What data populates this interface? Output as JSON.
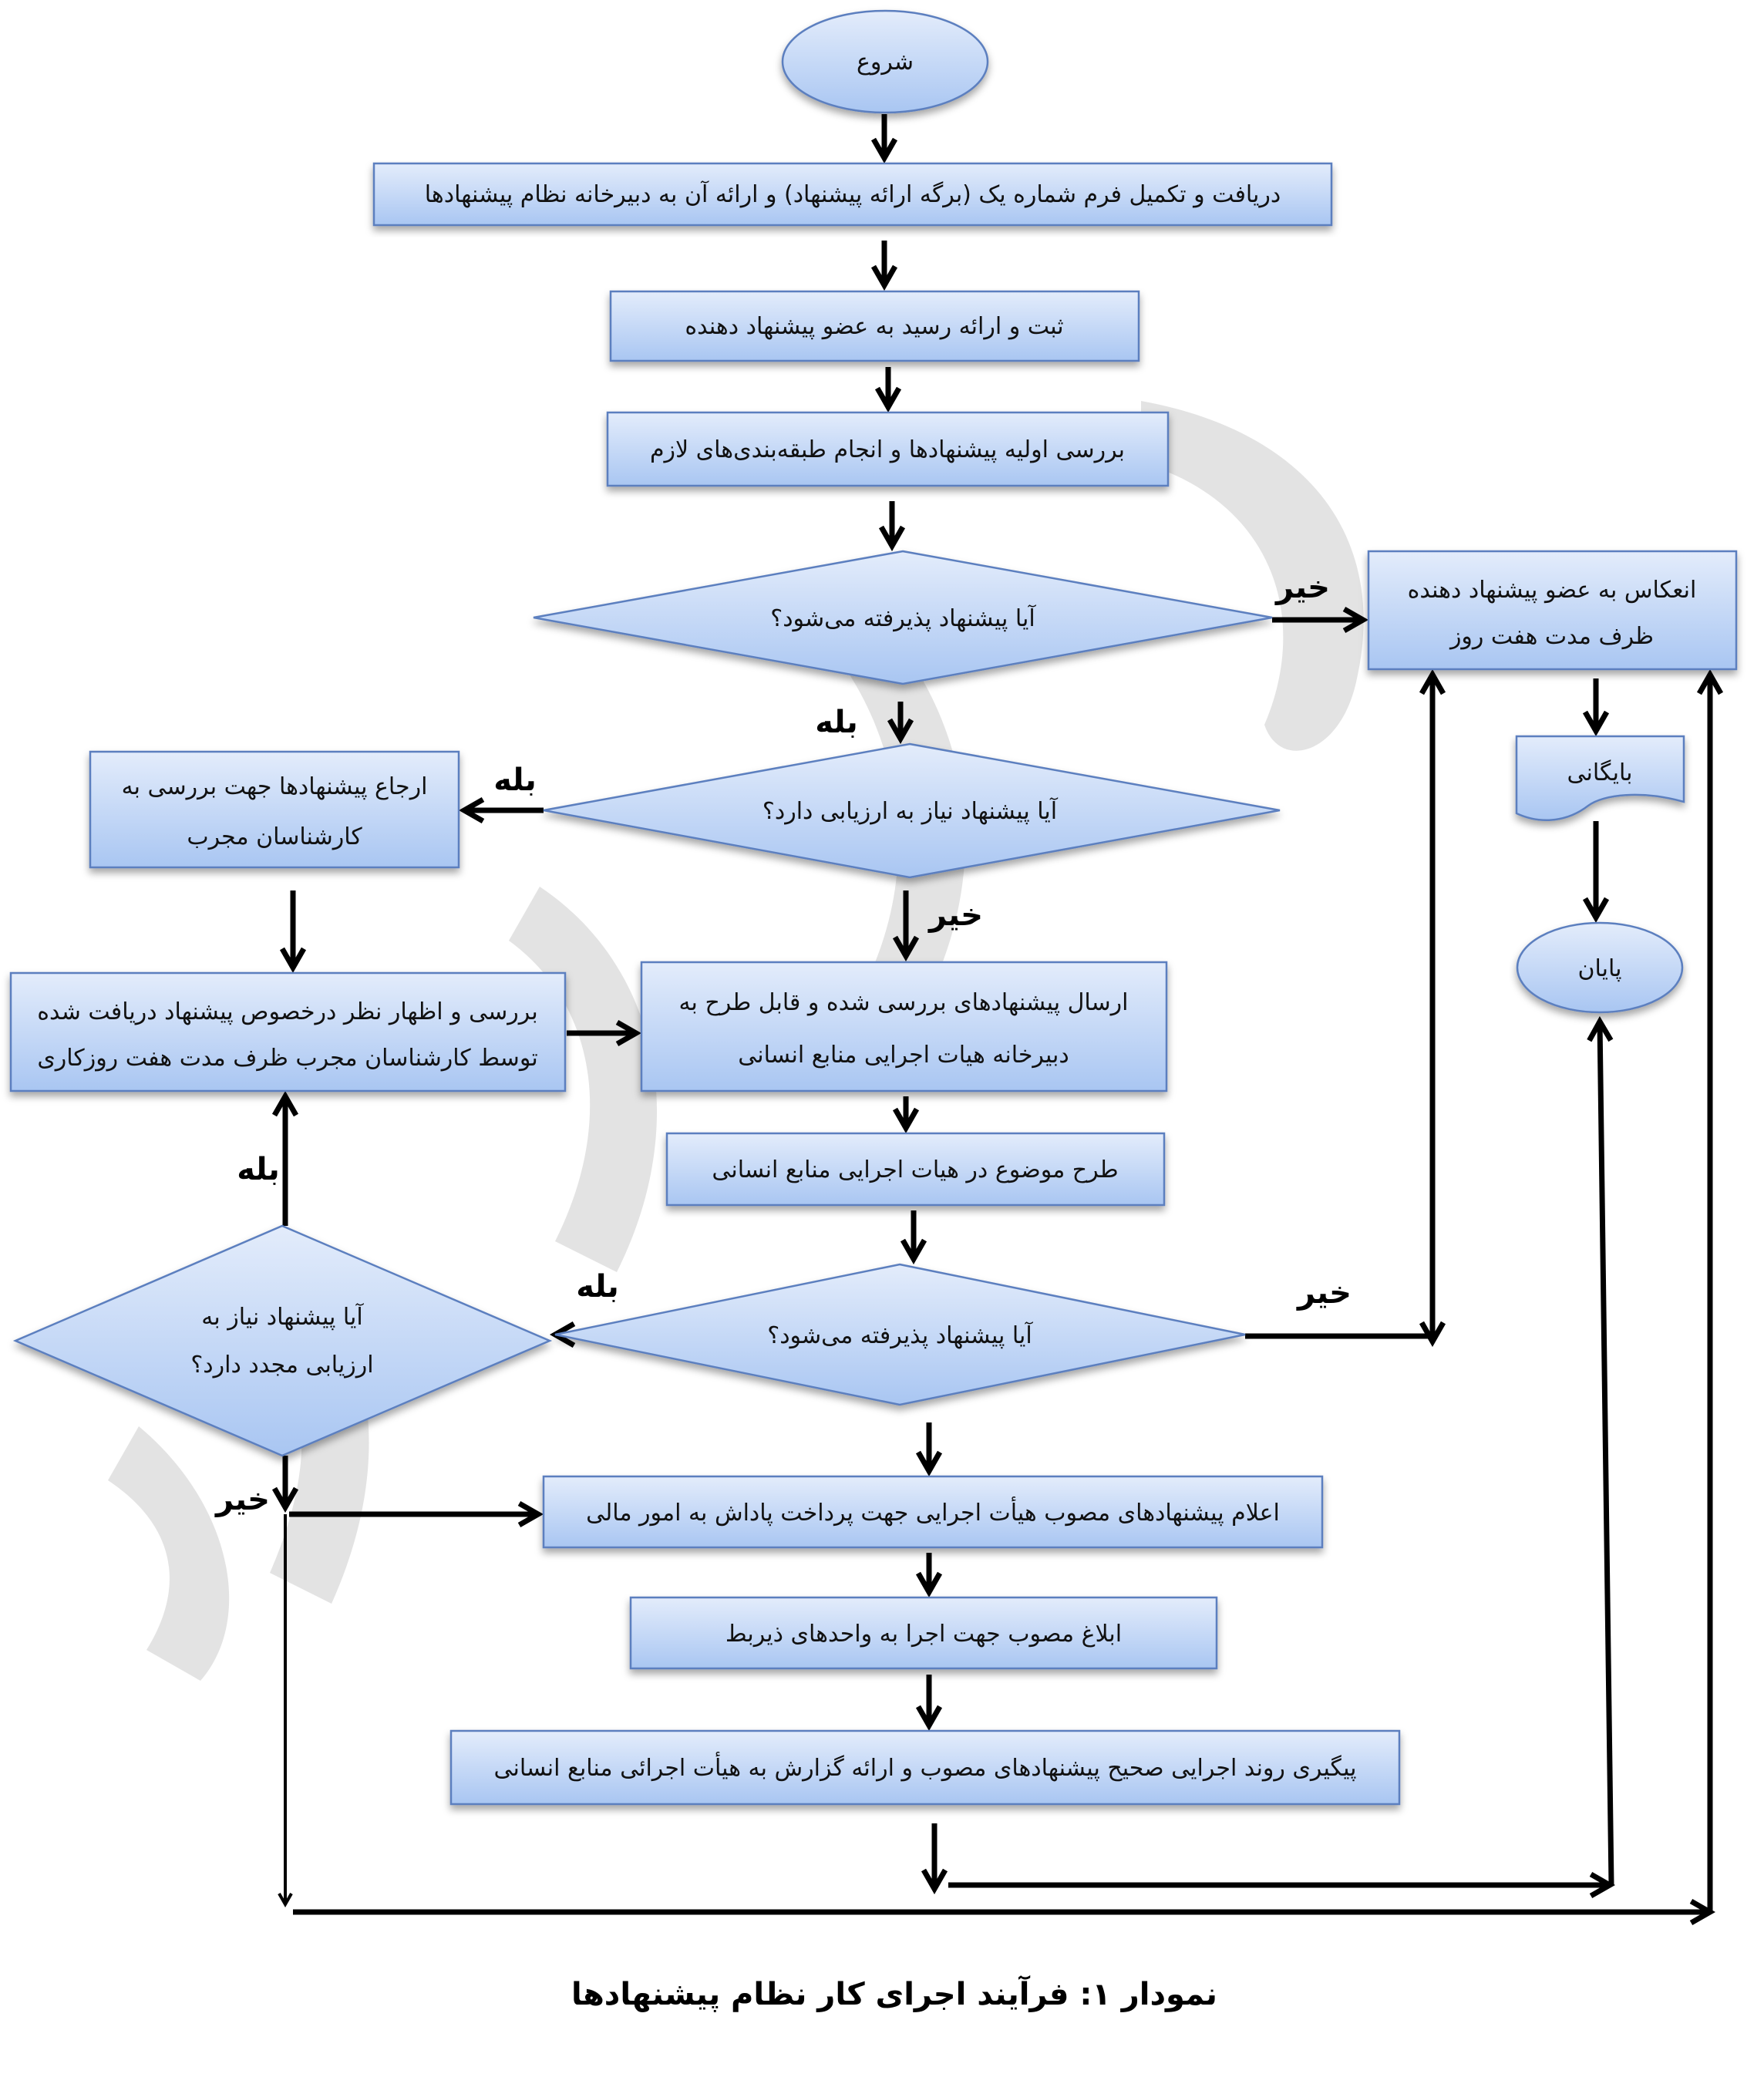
{
  "colors": {
    "node_fill_top": "#e3ecfb",
    "node_fill_bottom": "#a9c6f2",
    "node_stroke": "#5b7fbf",
    "arrow": "#000000",
    "watermark": "#d9d9d9"
  },
  "nodes": {
    "start": "شروع",
    "receive_form": "دریافت و تکمیل فرم شماره یک (برگه ارائه پیشنهاد) و ارائه آن به دبیرخانه نظام پیشنهادها",
    "register_receipt": "ثبت و ارائه رسید به عضو پیشنهاد دهنده",
    "initial_review": "بررسی اولیه پیشنهادها و انجام طبقه‌بندی‌های لازم",
    "decision_accepted_1": "آیا پیشنهاد پذیرفته می‌شود؟",
    "reflect_line1": "انعکاس به عضو پیشنهاد دهنده",
    "reflect_line2": "ظرف مدت هفت روز",
    "archive": "بایگانی",
    "end": "پایان",
    "decision_needs_eval": "آیا پیشنهاد نیاز به ارزیابی دارد؟",
    "refer_line1": "ارجاع پیشنهادها جهت بررسی به",
    "refer_line2": "کارشناسان مجرب",
    "expert_review_line1": "بررسی و اظهار نظر درخصوص پیشنهاد دریافت شده",
    "expert_review_line2": "توسط کارشناسان مجرب ظرف مدت هفت روزکاری",
    "send_line1": "ارسال پیشنهادهای بررسی شده و قابل طرح به",
    "send_line2": "دبیرخانه هیات اجرایی منابع انسانی",
    "present_topic": "طرح موضوع در هیات اجرایی منابع انسانی",
    "decision_accepted_2": "آیا پیشنهاد پذیرفته می‌شود؟",
    "decision_reeval_line1": "آیا پیشنهاد نیاز به",
    "decision_reeval_line2": "ارزیابی مجدد دارد؟",
    "announce": "اعلام پیشنهادهای مصوب هیأت اجرایی جهت پرداخت پاداش به امور مالی",
    "notify": "ابلاغ مصوب جهت اجرا به واحدهای ذیربط",
    "follow_up": "پیگیری روند اجرایی صحیح پیشنهادهای مصوب و ارائه گزارش به هیأت اجرائی منابع انسانی"
  },
  "edge_labels": {
    "no": "خیر",
    "yes": "بله"
  },
  "caption": "نمودار ۱: فرآیند اجرای کار نظام پیشنهادها"
}
